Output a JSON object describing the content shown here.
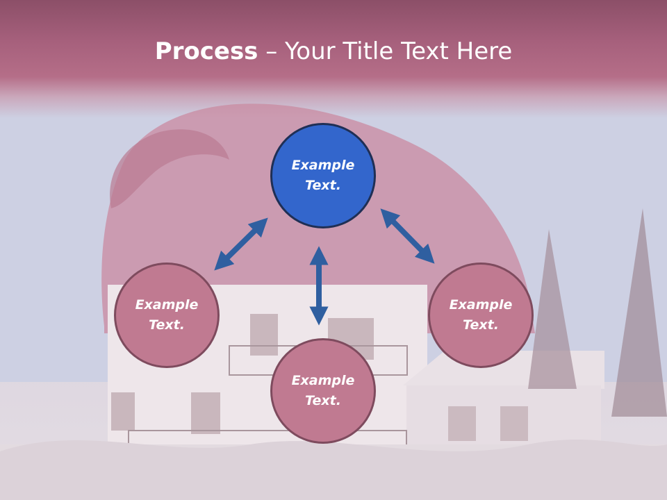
{
  "slide": {
    "title_bold": "Process",
    "title_rest": " – Your Title Text Here"
  },
  "diagram": {
    "nodes": [
      {
        "id": "top",
        "label": "Example Text."
      },
      {
        "id": "left",
        "label": "Example Text."
      },
      {
        "id": "bottom",
        "label": "Example Text."
      },
      {
        "id": "right",
        "label": "Example Text."
      }
    ]
  },
  "colors": {
    "title_band": "#a6607c",
    "primary_circle": "#3366cc",
    "secondary_circle": "#c07a91",
    "arrow": "#2f5fa0"
  },
  "icons": [
    "double-arrow-icon"
  ]
}
